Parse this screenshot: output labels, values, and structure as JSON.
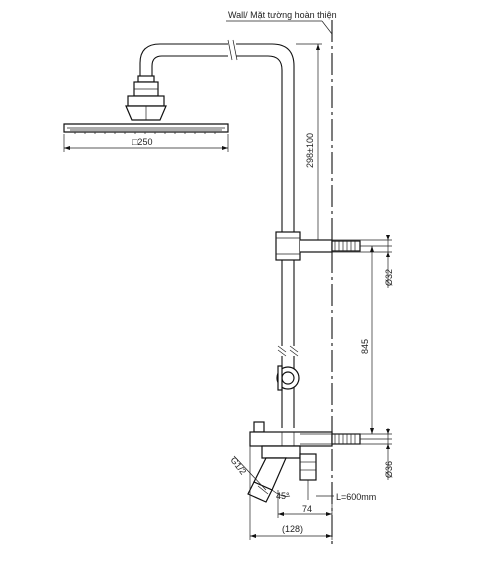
{
  "labels": {
    "wall": "Wall/ Mặt tường hoàn thiện",
    "head_size": "□250",
    "height_adj": "298±100",
    "dia_top": "Ø32",
    "spacing": "845",
    "dia_bottom": "Ø36",
    "thread": "G1/2",
    "angle": "45°",
    "hose": "L=600mm",
    "offset": "74",
    "depth": "(128)"
  }
}
